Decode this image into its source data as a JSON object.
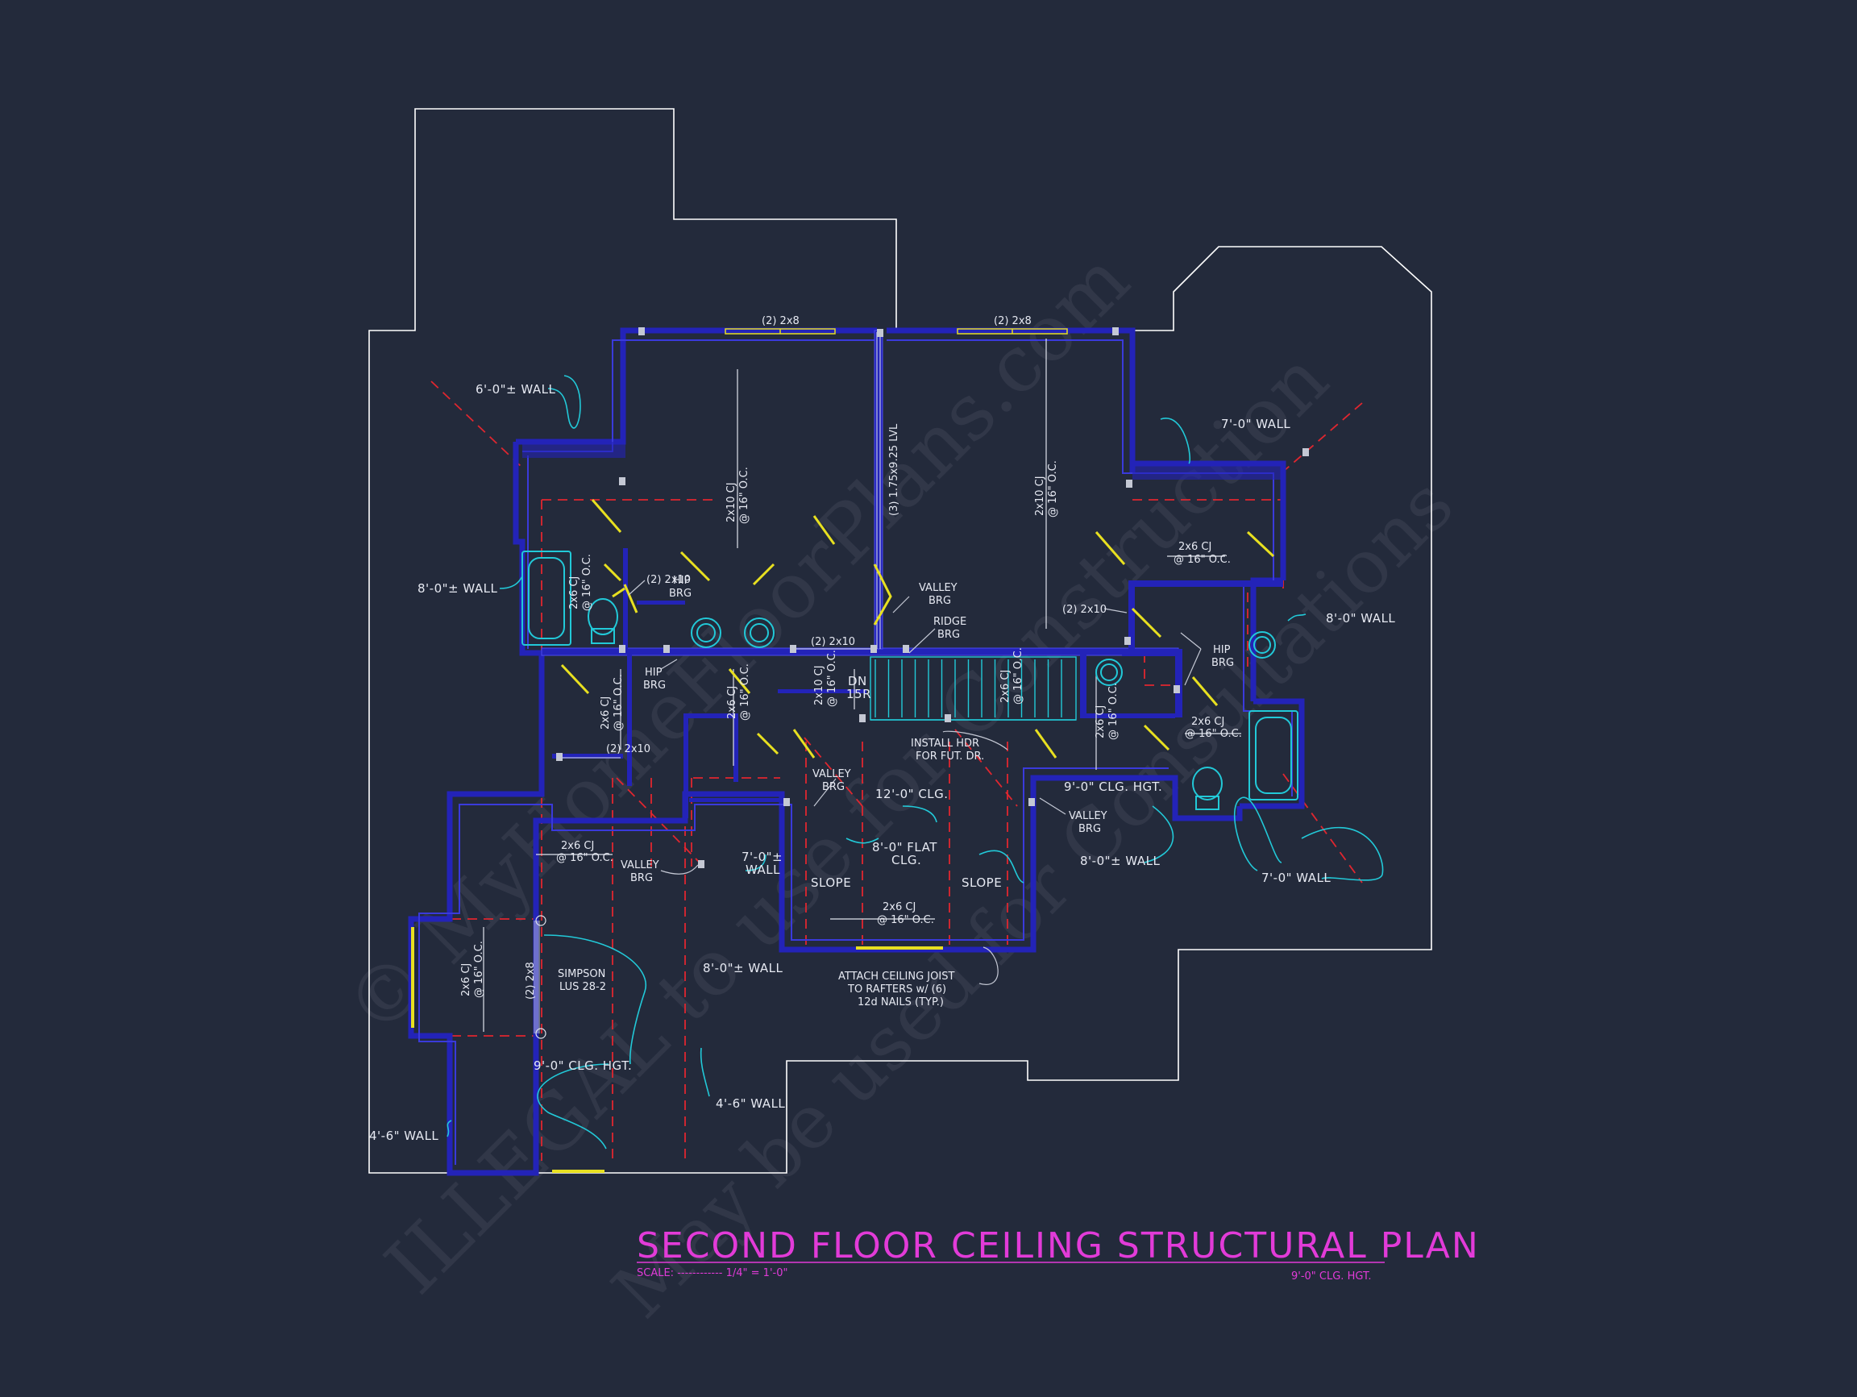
{
  "title": "SECOND FLOOR CEILING STRUCTURAL PLAN",
  "scale_label": "SCALE: ------------ 1/4\" = 1'-0\"",
  "ceiling_note": "9'-0\" CLG. HGT.",
  "watermark": {
    "line1": "© MyHomeFloorPlans.com",
    "line2": "ILLEGAL to use for Construction",
    "line3": "May be used for Consultations"
  },
  "colors": {
    "background": "#232a3b",
    "wall": "#2323b8",
    "outline": "#ffffff",
    "leader": "#22c9d8",
    "hidden_line": "#e0262f",
    "door": "#e8e020",
    "title": "#e23bd8"
  },
  "labels": {
    "wall_6ft": "6'-0\"± WALL",
    "wall_8ft_left": "8'-0\"± WALL",
    "wall_7ft_top": "7'-0\" WALL",
    "wall_8ft_right": "8'-0\" WALL",
    "wall_7ft_bottom": "7'-0\" WALL",
    "wall_8ft_center": "8'-0\"± WALL",
    "wall_8ft_mid": "8'-0\"± WALL",
    "wall_7ft_center_a": "7'-0\"±",
    "wall_7ft_center_b": "WALL",
    "wall_4ft_left": "4'-6\" WALL",
    "wall_4ft_right": "4'-6\" WALL",
    "hdr_top_left": "(2) 2x8",
    "hdr_top_right": "(2) 2x8",
    "lvl_beam": "(3) 1.75x9.25 LVL",
    "cj_2x10_a": "2x10 CJ",
    "cj_2x10_a2": "@ 16\" O.C.",
    "cj_2x10_b": "2x10 CJ",
    "cj_2x10_b2": "@ 16\" O.C.",
    "cj_2x10_c": "2x10 CJ",
    "cj_2x10_c2": "@ 16\" O.C.",
    "hdr_2x10_small": "(2) 2x10",
    "hip_brg_1a": "HIP",
    "hip_brg_1b": "BRG",
    "hip_brg_2a": "HIP",
    "hip_brg_2b": "BRG",
    "hip_brg_3a": "HIP",
    "hip_brg_3b": "BRG",
    "valley_brg_1a": "VALLEY",
    "valley_brg_1b": "BRG",
    "ridge_brg_a": "RIDGE",
    "ridge_brg_b": "BRG",
    "hdr_2x10_mid": "(2) 2x10",
    "hdr_2x10_right": "(2) 2x10",
    "hdr_2x10_lower": "(2) 2x10",
    "cj_2x6_right_top": "2x6 CJ",
    "cj_2x6_right_top2": "@ 16\" O.C.",
    "cj_2x6_v1": "2x6 CJ",
    "cj_2x6_v1b": "@ 16\" O.C.",
    "cj_2x6_v2": "2x6 CJ",
    "cj_2x6_v2b": "@ 16\" O.C.",
    "cj_2x6_v3": "2x6 CJ",
    "cj_2x6_v3b": "@ 16\" O.C.",
    "cj_2x6_v4": "2x6 CJ",
    "cj_2x6_v4b": "@ 16\" O.C.",
    "cj_2x6_v5": "2x6 CJ",
    "cj_2x6_v5b": "@ 16\" O.C.",
    "dn_a": "DN",
    "dn_b": "15R",
    "install_hdr_a": "INSTALL HDR",
    "install_hdr_b": "FOR FUT. DR.",
    "cj_2x6_bath": "2x6 CJ",
    "cj_2x6_bath2": "@ 16\" O.C.",
    "valley_brg_2a": "VALLEY",
    "valley_brg_2b": "BRG",
    "clg_12ft": "12'-0\" CLG.",
    "clg_9ft_right": "9'-0\" CLG. HGT.",
    "valley_brg_3a": "VALLEY",
    "valley_brg_3b": "BRG",
    "valley_brg_4a": "VALLEY",
    "valley_brg_4b": "BRG",
    "flat_clg_a": "8'-0\" FLAT",
    "flat_clg_b": "CLG.",
    "slope_left": "SLOPE",
    "slope_right": "SLOPE",
    "cj_2x6_bottom": "2x6 CJ",
    "cj_2x6_bottom2": "@ 16\" O.C.",
    "cj_2x6_left": "2x6 CJ",
    "cj_2x6_left2": "@ 16\" O.C.",
    "cj_2x6_left_v": "2x6 CJ",
    "cj_2x6_left_vb": "@ 16\" O.C.",
    "hdr_2x8_left": "(2) 2x8",
    "simpson_a": "SIMPSON",
    "simpson_b": "LUS 28-2",
    "clg_9ft_left": "9'-0\" CLG. HGT.",
    "attach_a": "ATTACH CEILING JOIST",
    "attach_b": "TO RAFTERS w/ (6)",
    "attach_c": "12d NAILS (TYP.)"
  }
}
